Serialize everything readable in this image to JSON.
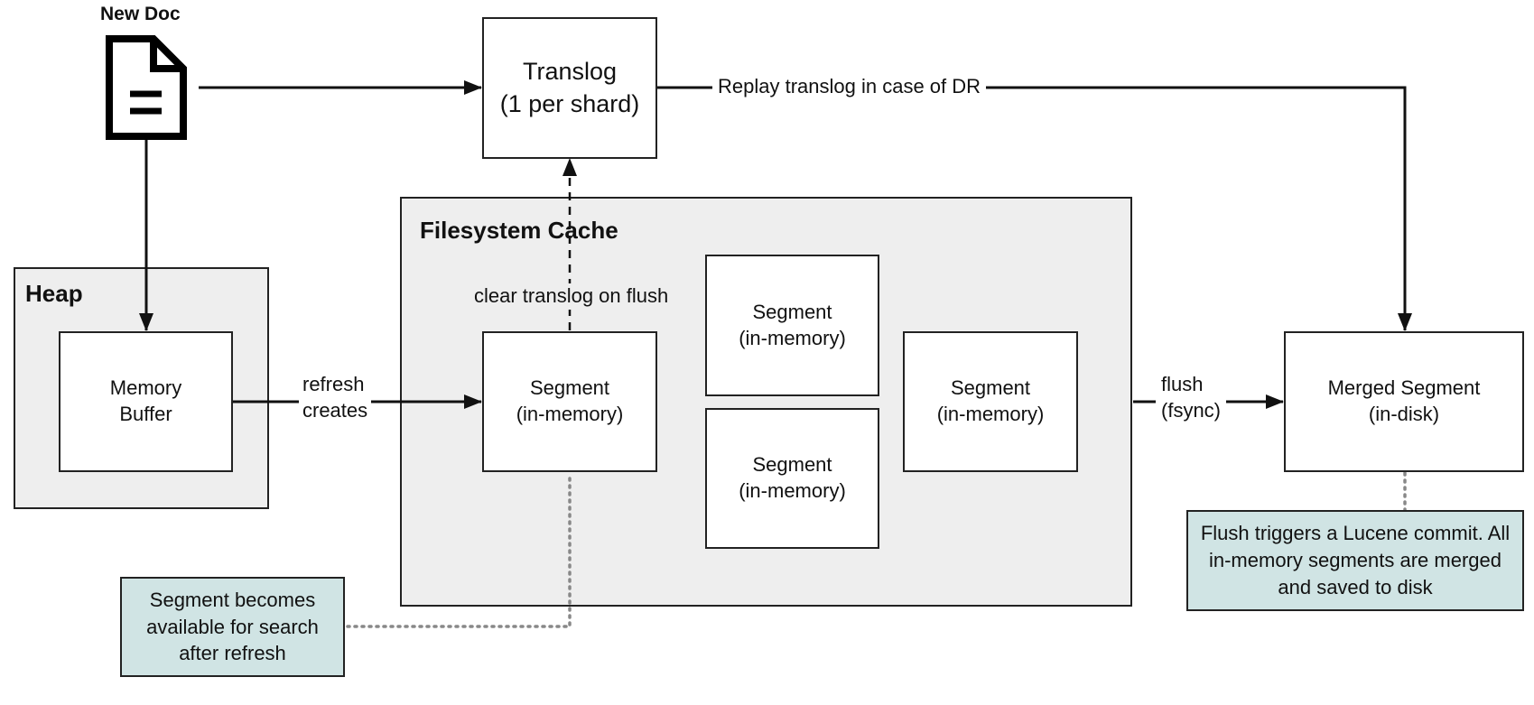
{
  "new_doc": {
    "label": "New Doc",
    "icon": "document-icon"
  },
  "translog": {
    "line1": "Translog",
    "line2": "(1 per shard)"
  },
  "heap": {
    "title": "Heap",
    "buffer": {
      "line1": "Memory",
      "line2": "Buffer"
    }
  },
  "fs_cache": {
    "title": "Filesystem Cache",
    "segments": [
      {
        "line1": "Segment",
        "line2": "(in-memory)"
      },
      {
        "line1": "Segment",
        "line2": "(in-memory)"
      },
      {
        "line1": "Segment",
        "line2": "(in-memory)"
      },
      {
        "line1": "Segment",
        "line2": "(in-memory)"
      }
    ]
  },
  "merged": {
    "line1": "Merged Segment",
    "line2": "(in-disk)"
  },
  "edges": {
    "replay": "Replay translog in case of DR",
    "clear": "clear translog on flush",
    "refresh_line1": "refresh",
    "refresh_line2": "creates",
    "flush_line1": "flush",
    "flush_line2": "(fsync)"
  },
  "notes": {
    "search": "Segment becomes available for search after refresh",
    "commit": "Flush triggers a Lucene commit. All in-memory segments are merged and saved to disk"
  },
  "colors": {
    "container": "#eeeeee",
    "note": "#d0e4e4",
    "line": "#111111",
    "dotted": "#888888"
  }
}
